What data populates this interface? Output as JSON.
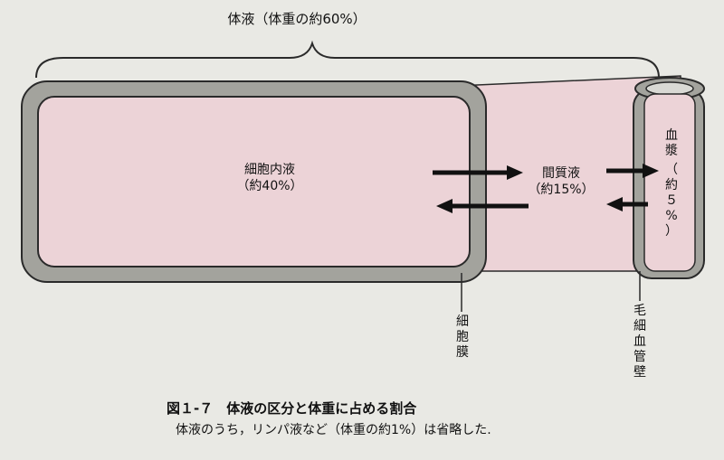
{
  "diagram": {
    "title": "体液（体重の約60%）",
    "intracellular": {
      "name": "細胞内液",
      "percent": "（約40%）"
    },
    "interstitial": {
      "name": "間質液",
      "percent": "（約15%）"
    },
    "plasma": {
      "name": "血漿",
      "percent_chars": [
        "（",
        "約",
        "５",
        "%",
        "）"
      ]
    },
    "membrane_label": "細胞膜",
    "capillary_label": "毛細血管壁"
  },
  "caption": {
    "title": "図１-７　体液の区分と体重に占める割合",
    "body": "体液のうち，リンパ液など（体重の約1%）は省略した."
  },
  "colors": {
    "background": "#e9e9e4",
    "fluid": "#ecd3d7",
    "membrane": "#a3a39d",
    "outline": "#2a2a2a"
  }
}
